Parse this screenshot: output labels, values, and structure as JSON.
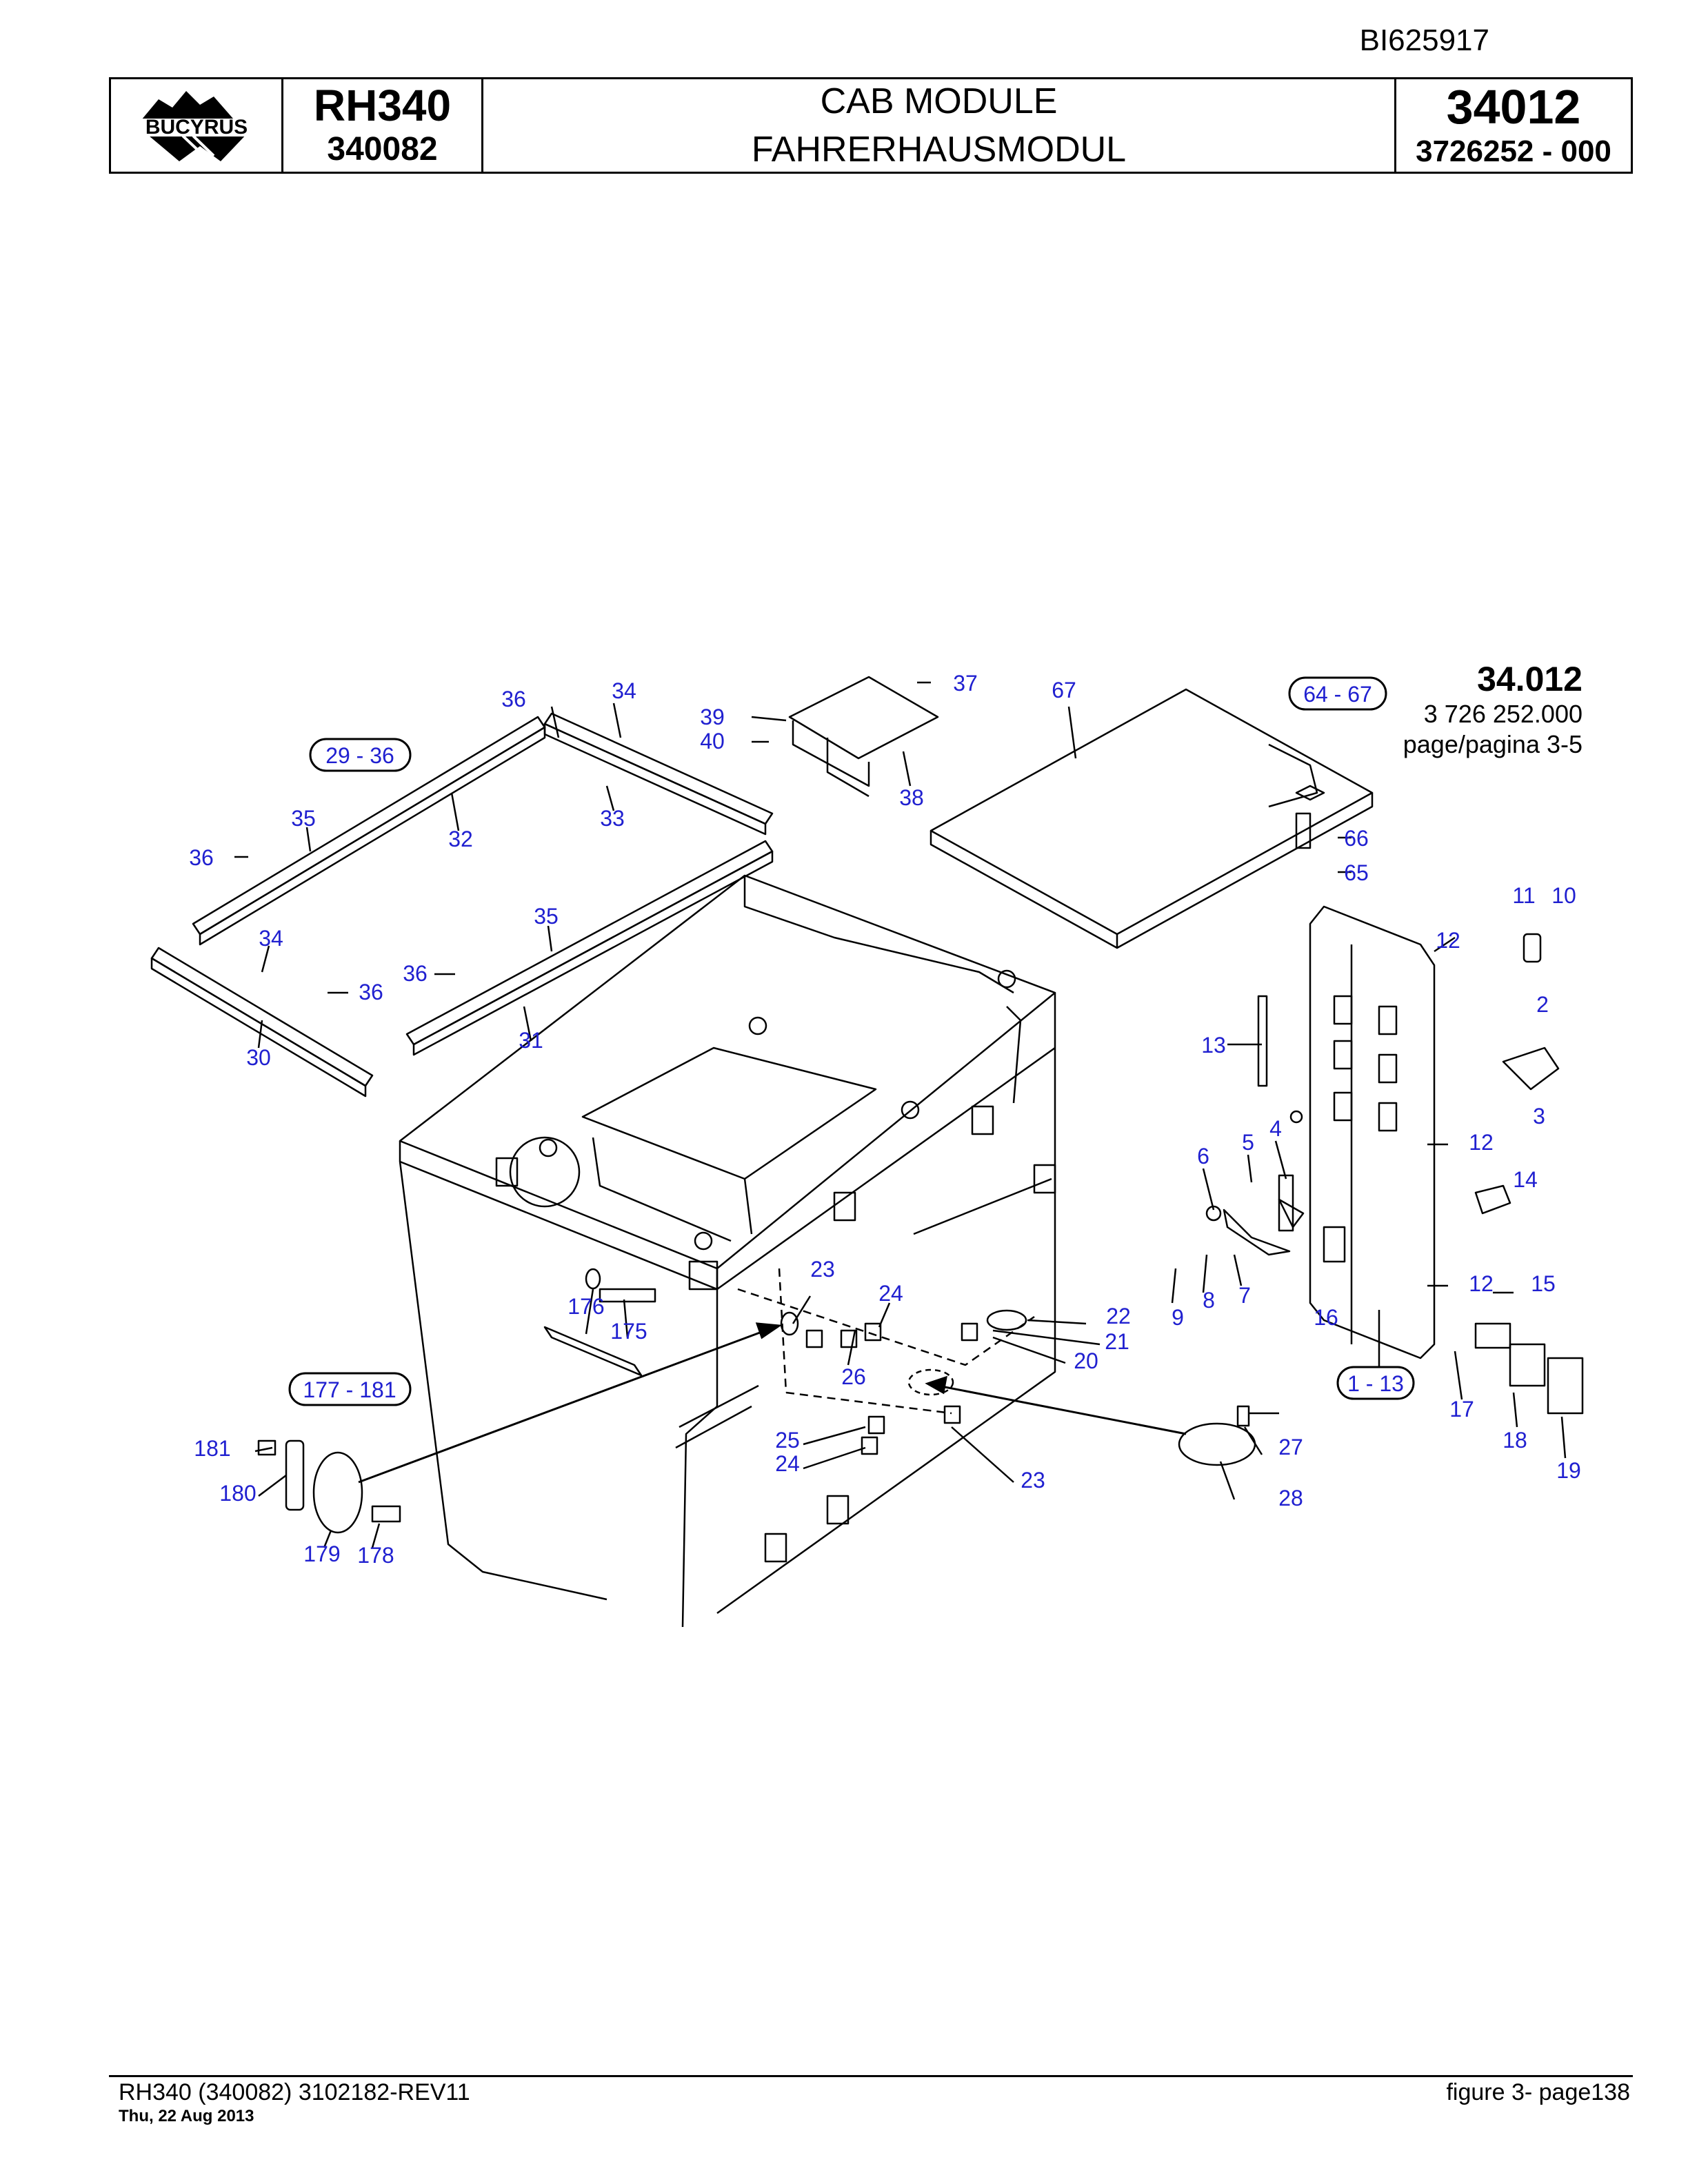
{
  "document_id": "BI625917",
  "header": {
    "brand": "BUCYRUS",
    "model": "RH340",
    "model_number": "340082",
    "title_en": "CAB MODULE",
    "title_de": "FAHRERHAUSMODUL",
    "group_number": "34012",
    "part_number": "3726252  - 000"
  },
  "diagram": {
    "ref_number": "34.012",
    "ref_part": "3 726 252.000",
    "ref_page": "page/pagina 3-5",
    "groups": [
      "29 - 36",
      "64 - 67",
      "1 - 13",
      "177 - 181"
    ],
    "callouts": [
      "36",
      "34",
      "39",
      "40",
      "37",
      "67",
      "38",
      "33",
      "32",
      "35",
      "36",
      "34",
      "36",
      "36",
      "35",
      "31",
      "30",
      "66",
      "65",
      "11",
      "10",
      "12",
      "2",
      "13",
      "3",
      "12",
      "6",
      "5",
      "4",
      "14",
      "9",
      "8",
      "7",
      "16",
      "12",
      "15",
      "17",
      "18",
      "19",
      "23",
      "24",
      "176",
      "175",
      "22",
      "21",
      "20",
      "26",
      "25",
      "24",
      "23",
      "27",
      "28",
      "181",
      "180",
      "179",
      "178"
    ]
  },
  "footer": {
    "left": "RH340 (340082) 3102182-REV11",
    "date": "Thu, 22 Aug 2013",
    "right": "figure 3- page138"
  }
}
